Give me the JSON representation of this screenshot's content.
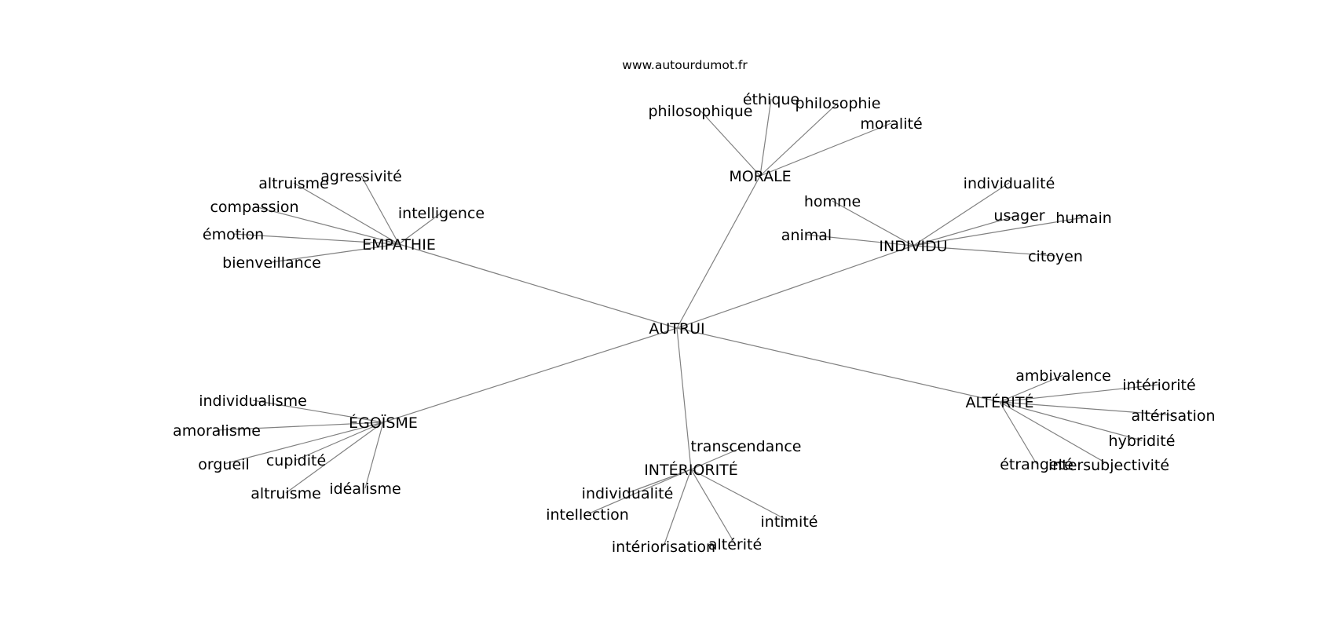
{
  "source": "www.autourdumot.fr",
  "root": "AUTRUI",
  "branches": [
    {
      "id": "morale",
      "label": "MORALE",
      "leaves": [
        {
          "id": "philosophique",
          "label": "philosophique"
        },
        {
          "id": "ethique",
          "label": "éthique"
        },
        {
          "id": "philosophie",
          "label": "philosophie"
        },
        {
          "id": "moralite",
          "label": "moralité"
        }
      ]
    },
    {
      "id": "empathie",
      "label": "EMPATHIE",
      "leaves": [
        {
          "id": "agressivite",
          "label": "agressivité"
        },
        {
          "id": "altruisme",
          "label": "altruisme"
        },
        {
          "id": "compassion",
          "label": "compassion"
        },
        {
          "id": "intelligence",
          "label": "intelligence"
        },
        {
          "id": "emotion",
          "label": "émotion"
        },
        {
          "id": "bienveillance",
          "label": "bienveillance"
        }
      ]
    },
    {
      "id": "individu",
      "label": "INDIVIDU",
      "leaves": [
        {
          "id": "individualite",
          "label": "individualité"
        },
        {
          "id": "homme",
          "label": "homme"
        },
        {
          "id": "usager",
          "label": "usager"
        },
        {
          "id": "humain",
          "label": "humain"
        },
        {
          "id": "animal",
          "label": "animal"
        },
        {
          "id": "citoyen",
          "label": "citoyen"
        }
      ]
    },
    {
      "id": "egoisme",
      "label": "ÉGOÏSME",
      "leaves": [
        {
          "id": "individualisme",
          "label": "individualisme"
        },
        {
          "id": "amoralisme",
          "label": "amoralisme"
        },
        {
          "id": "cupidite",
          "label": "cupidité"
        },
        {
          "id": "orgueil",
          "label": "orgueil"
        },
        {
          "id": "altruisme",
          "label": "altruisme"
        },
        {
          "id": "idealisme",
          "label": "idéalisme"
        }
      ]
    },
    {
      "id": "interiorite",
      "label": "INTÉRIORITÉ",
      "leaves": [
        {
          "id": "transcendance",
          "label": "transcendance"
        },
        {
          "id": "individualite",
          "label": "individualité"
        },
        {
          "id": "intellection",
          "label": "intellection"
        },
        {
          "id": "intimite",
          "label": "intimité"
        },
        {
          "id": "alterite",
          "label": "altérité"
        },
        {
          "id": "interiorisation",
          "label": "intériorisation"
        }
      ]
    },
    {
      "id": "alterite",
      "label": "ALTÉRITÉ",
      "leaves": [
        {
          "id": "ambivalence",
          "label": "ambivalence"
        },
        {
          "id": "interiorite",
          "label": "intériorité"
        },
        {
          "id": "alterisation",
          "label": "altérisation"
        },
        {
          "id": "hybridite",
          "label": "hybridité"
        },
        {
          "id": "etrangete",
          "label": "étrangeté"
        },
        {
          "id": "intersubjectivite",
          "label": "intersubjectivité"
        }
      ]
    }
  ]
}
